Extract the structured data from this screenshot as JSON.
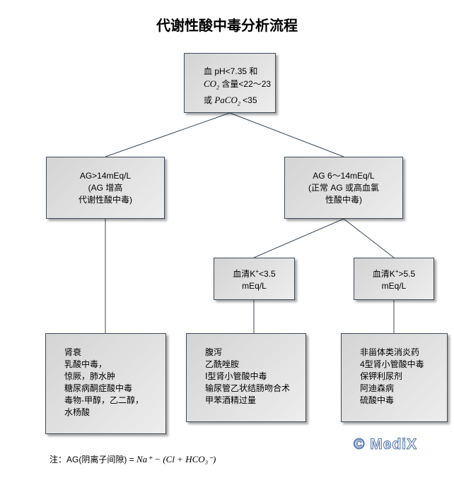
{
  "title": "代谢性酸中毒分析流程",
  "top": {
    "line1": "血 pH<7.35 和",
    "co2": "CO",
    "co2_sub": "2",
    "line2": " 含量<22～23",
    "line3_pre": "或 ",
    "paco2": "PaCO",
    "paco2_sub": "2",
    "line3_post": " <35"
  },
  "ag_high": {
    "lines": [
      "AG>14mEq/L",
      "(AG 增高",
      "代谢性酸中毒)"
    ]
  },
  "ag_normal": {
    "lines": [
      "AG 6～14mEq/L",
      "(正常 AG 或高血氯",
      "性酸中毒)"
    ]
  },
  "k_low": {
    "pre": "血清K",
    "sup": "+",
    "post": "<3.5",
    "line2": "mEq/L"
  },
  "k_high": {
    "pre": "血清K",
    "sup": "+",
    "post": ">5.5",
    "line2": "mEq/L"
  },
  "causes_high": [
    "肾衰",
    "乳酸中毒，",
    "惊厥，肺水肿",
    "糖尿病酮症酸中毒",
    "毒物-甲醇，乙二醇，",
    "水杨酸"
  ],
  "causes_low_k": [
    "腹泻",
    "乙酰唑胺",
    "Ⅰ型肾小管酸中毒",
    "输尿管乙状结肠吻合术",
    "甲苯酒精过量"
  ],
  "causes_high_k": [
    "非甾体类消炎药",
    "4型肾小管酸中毒",
    "保钾利尿剂",
    "阿迪森病",
    "硫酸中毒"
  ],
  "note": {
    "label": "注：AG(阴离子间隙) = ",
    "formula": "Na⁺ − (Cl + HCO₃⁻)"
  },
  "watermark": "© MediX"
}
